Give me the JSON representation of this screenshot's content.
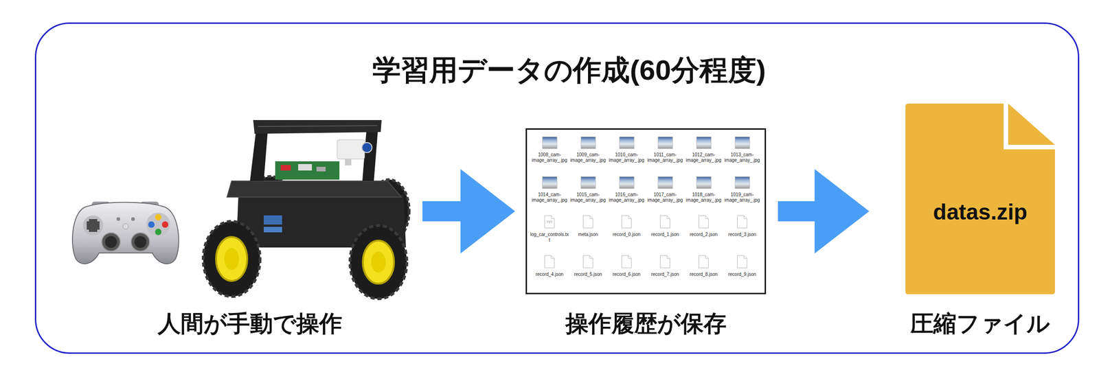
{
  "diagram": {
    "nodes": [
      {
        "text": [
          "学習用データの作成(60分程度)"
        ]
      },
      {
        "text": [
          "人間が手動で操作"
        ],
        "in": 0
      },
      {
        "text": [
          "1008_cam-image_array_.jpg",
          "1009_cam-image_array_.jpg",
          "1010_cam-image_array_.jpg",
          "1011_cam-image_array_.jpg",
          "1012_cam-image_array_.jpg",
          "1013_cam-image_array_.jpg",
          "1014_cam-image_array_.jpg",
          "1015_cam-image_array_.jpg",
          "1016_cam-image_array_.jpg",
          "1017_cam-image_array_.jpg",
          "1018_cam-image_array_.jpg",
          "1019_cam-image_array_.jpg",
          "log_car_controls.txt",
          "meta.json",
          "record_0.json",
          "record_1.json",
          "record_2.json",
          "record_3.json",
          "record_4.json",
          "record_5.json",
          "record_6.json",
          "record_7.json",
          "record_8.json",
          "record_9.json",
          "操作履歴が保存"
        ],
        "in": 0
      },
      {
        "text": [
          "datas.zip",
          "圧縮ファイル"
        ],
        "in": 0
      }
    ],
    "edges": [
      {
        "from": 1,
        "to": 2,
        "arrow": "to"
      },
      {
        "from": 2,
        "to": 3,
        "arrow": "to"
      }
    ],
    "labels": [
      "TXT"
    ]
  }
}
